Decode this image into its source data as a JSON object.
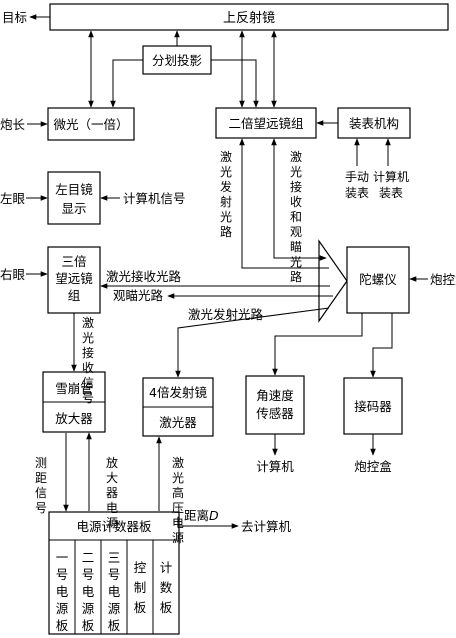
{
  "nodes": {
    "upper_mirror": "上反射镜",
    "projection": "分划投影",
    "micro_light": "微光（一倍）",
    "binocular": "二倍望远镜组",
    "meter_mech": "装表机构",
    "left_eyepiece_l1": "左目镜",
    "left_eyepiece_l2": "显示",
    "tri_scope_l1": "三倍",
    "tri_scope_l2": "望远镜",
    "tri_scope_l3": "组",
    "gyro": "陀螺仪",
    "avalanche_top": "雪崩管",
    "avalanche_bottom": "放大器",
    "emitter_top": "4倍发射镜",
    "emitter_bottom": "激光器",
    "rate_sensor_l1": "角速度",
    "rate_sensor_l2": "传感器",
    "encoder": "接码器",
    "power_board": "电源计数器板",
    "sub_boards": [
      {
        "chars": [
          "一",
          "号",
          "电",
          "源",
          "板"
        ]
      },
      {
        "chars": [
          "二",
          "号",
          "电",
          "源",
          "板"
        ]
      },
      {
        "chars": [
          "三",
          "号",
          "电",
          "源",
          "板"
        ]
      },
      {
        "chars": [
          "控",
          "制",
          "板"
        ]
      },
      {
        "chars": [
          "计",
          "数",
          "板"
        ]
      }
    ]
  },
  "labels": {
    "target": "目标",
    "gun_length": "炮长",
    "left_eye": "左眼",
    "right_eye": "右眼",
    "computer_signal": "计算机信号",
    "manual_meter_l1": "手动",
    "manual_meter_l2": "装表",
    "computer_meter_l1": "计算机",
    "computer_meter_l2": "装表",
    "laser_emit_path": [
      "激",
      "光",
      "发",
      "射",
      "光",
      "路"
    ],
    "laser_recv_path": [
      "激",
      "光",
      "接",
      "收",
      "和",
      "观",
      "瞄",
      "光",
      "路"
    ],
    "laser_recv_light_path": "激光接收光路",
    "aim_path": "观瞄光路",
    "laser_emit_path_h": "激光发射光路",
    "gun_control_box": "炮控盒",
    "laser_recv_signal": [
      "激",
      "光",
      "接",
      "收",
      "信",
      "号"
    ],
    "range_signal": [
      "测",
      "距",
      "信",
      "号"
    ],
    "amp_power": [
      "放",
      "大",
      "器",
      "电",
      "源"
    ],
    "laser_hv": [
      "激",
      "光",
      "高",
      "压",
      "电",
      "源"
    ],
    "computer": "计算机",
    "gun_control_box_2": "炮控盒",
    "distance_prefix": "距离",
    "distance_symbol": "D",
    "to_computer": "去计算机"
  }
}
